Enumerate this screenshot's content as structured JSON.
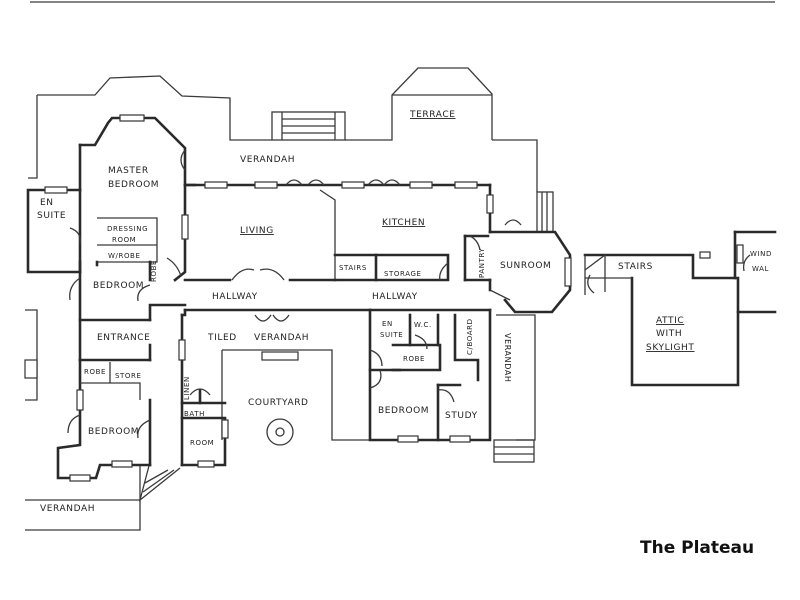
{
  "title": "The Plateau",
  "rooms": {
    "terrace": "TERRACE",
    "verandah_top": "VERANDAH",
    "master_bedroom_1": "MASTER",
    "master_bedroom_2": "BEDROOM",
    "en_suite_left_1": "EN",
    "en_suite_left_2": "SUITE",
    "dressing_room_1": "DRESSING",
    "dressing_room_2": "ROOM",
    "wardrobe": "W/ROBE",
    "living": "LIVING",
    "kitchen": "KITCHEN",
    "stairs_main": "STAIRS",
    "storage": "STORAGE",
    "pantry": "PANTRY",
    "sunroom": "SUNROOM",
    "bedroom_left": "BEDROOM",
    "robe_small": "ROBE",
    "hallway_left": "HALLWAY",
    "hallway_right": "HALLWAY",
    "entrance": "ENTRANCE",
    "tiled": "TILED",
    "verandah_tiled": "VERANDAH",
    "robe_lower": "ROBE",
    "store": "STORE",
    "bedroom_lower": "BEDROOM",
    "linen": "LINEN",
    "bath": "BATH",
    "room": "ROOM",
    "courtyard": "COURTYARD",
    "en_suite_right_1": "EN",
    "en_suite_right_2": "SUITE",
    "wc": "W.C.",
    "robe_right": "ROBE",
    "cupboard": "C/BOARD",
    "verandah_vertical": "VERANDAH",
    "bedroom_right": "BEDROOM",
    "study": "STUDY",
    "verandah_bottom": "VERANDAH",
    "stairs_attic": "STAIRS",
    "attic_1": "ATTIC",
    "attic_2": "WITH",
    "attic_3": "SKYLIGHT",
    "window_1": "WIND",
    "window_2": "WAL"
  }
}
